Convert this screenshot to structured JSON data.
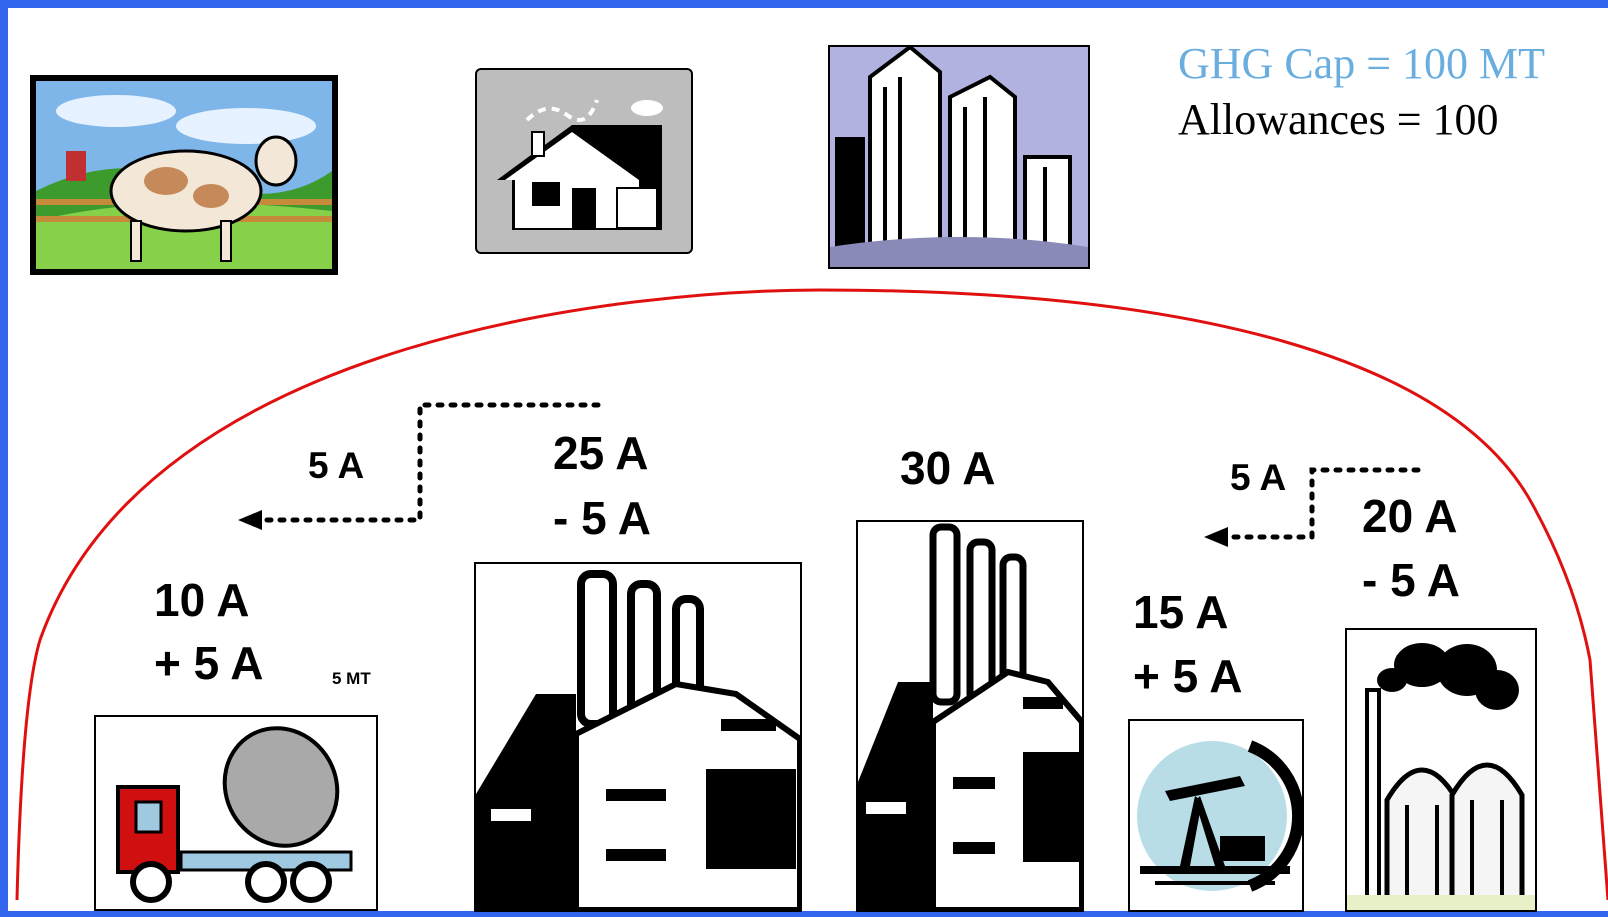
{
  "cap_text": "GHG Cap = 100 MT",
  "allowances_text": "Allowances = 100",
  "colors": {
    "cap": "#6aaee0",
    "boundary": "#e01010",
    "frame": "#3366ee"
  },
  "icons": {
    "farm": "cow-pasture-icon",
    "house": "house-icon",
    "city": "skyscrapers-icon",
    "truck": "cement-truck-icon",
    "factory_a": "factory-icon",
    "factory_b": "factory-icon",
    "oil": "oil-pump-icon",
    "refinery": "refinery-icon"
  },
  "sources": {
    "cement": {
      "line1": "10 A",
      "line2": "+ 5 A",
      "note": "5 MT"
    },
    "factory_a": {
      "line1": "25 A",
      "line2": "- 5 A"
    },
    "factory_b": {
      "line1": "30 A"
    },
    "oil": {
      "line1": "15 A",
      "line2": "+ 5 A"
    },
    "refinery": {
      "line1": "20 A",
      "line2": "- 5 A"
    }
  },
  "trades": {
    "left": "5 A",
    "right": "5 A"
  }
}
